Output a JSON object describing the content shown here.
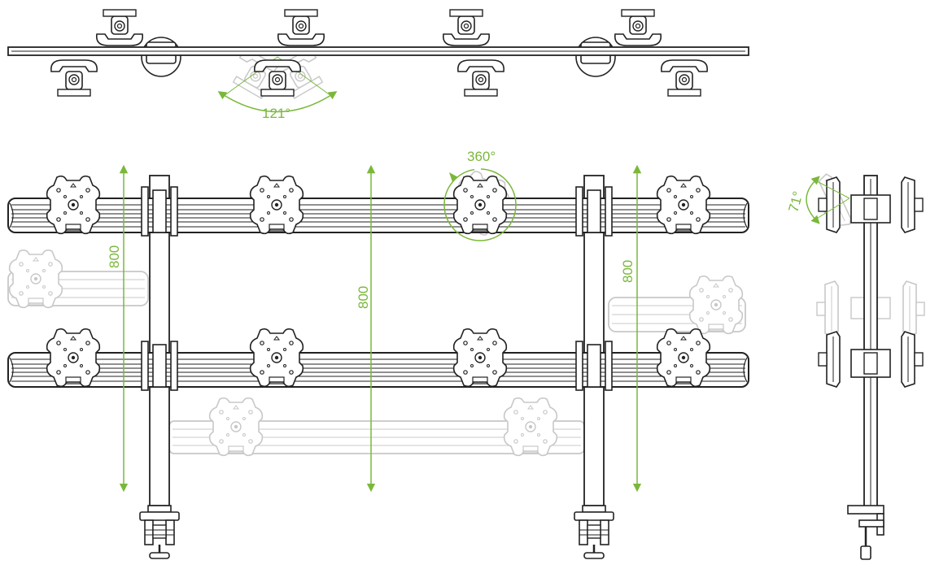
{
  "colors": {
    "line": "#222222",
    "ghost": "#c8c8c8",
    "accent": "#7ab83a",
    "background": "#ffffff"
  },
  "annotations": {
    "tilt_angle": "121°",
    "rotation_angle": "360°",
    "side_tilt_angle": "71°",
    "height_left": "800",
    "height_center": "800",
    "height_right": "800"
  },
  "views": {
    "top": {
      "mounts_per_bar": 8
    },
    "front": {
      "bars_active": 2,
      "mounts_per_bar": 4,
      "poles": 2
    },
    "side": {
      "mount_pairs": 2
    }
  }
}
